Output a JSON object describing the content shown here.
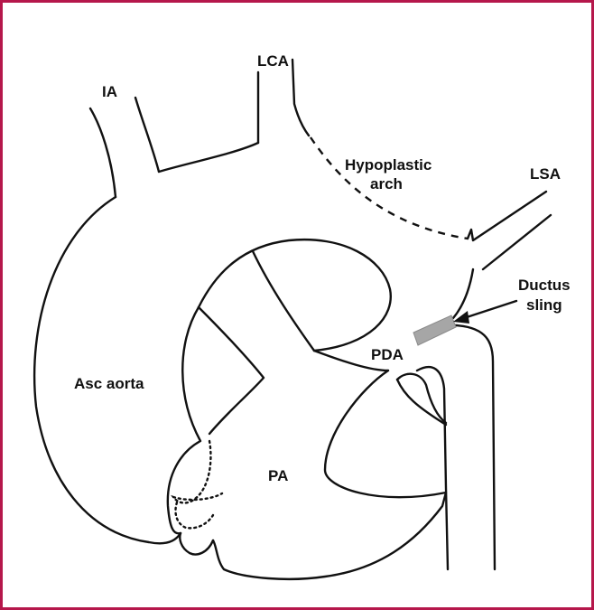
{
  "colors": {
    "border": "#b5174b",
    "ink": "#111111",
    "ductus_sling": "#a6a6a6",
    "background": "#ffffff"
  },
  "labels": {
    "ia": "IA",
    "lca": "LCA",
    "hypoplastic_line1": "Hypoplastic",
    "hypoplastic_line2": "arch",
    "lsa": "LSA",
    "ductus_line1": "Ductus",
    "ductus_line2": "sling",
    "pda": "PDA",
    "asc_aorta": "Asc aorta",
    "pa": "PA"
  }
}
